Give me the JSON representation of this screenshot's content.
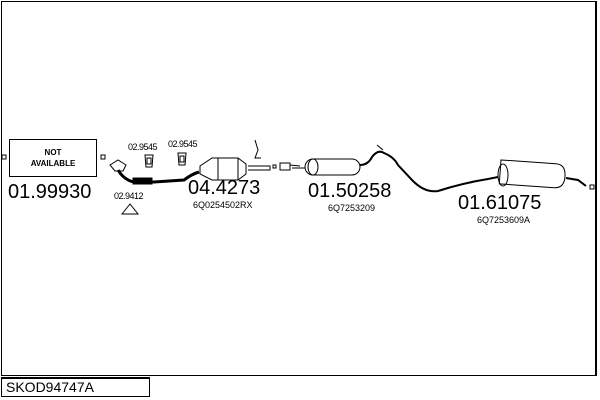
{
  "article_code": "SKOD94747A",
  "parts": [
    {
      "number": "01.99930",
      "status": "NOT AVAILABLE",
      "oem": ""
    },
    {
      "number": "04.4273",
      "oem": "6Q0254502RX"
    },
    {
      "number": "01.50258",
      "oem": "6Q7253209"
    },
    {
      "number": "01.61075",
      "oem": "6Q7253609A"
    }
  ],
  "accessories": [
    {
      "number": "02.9545"
    },
    {
      "number": "02.9545"
    },
    {
      "number": "02.9412"
    }
  ],
  "not_available_line1": "NOT",
  "not_available_line2": "AVAILABLE"
}
